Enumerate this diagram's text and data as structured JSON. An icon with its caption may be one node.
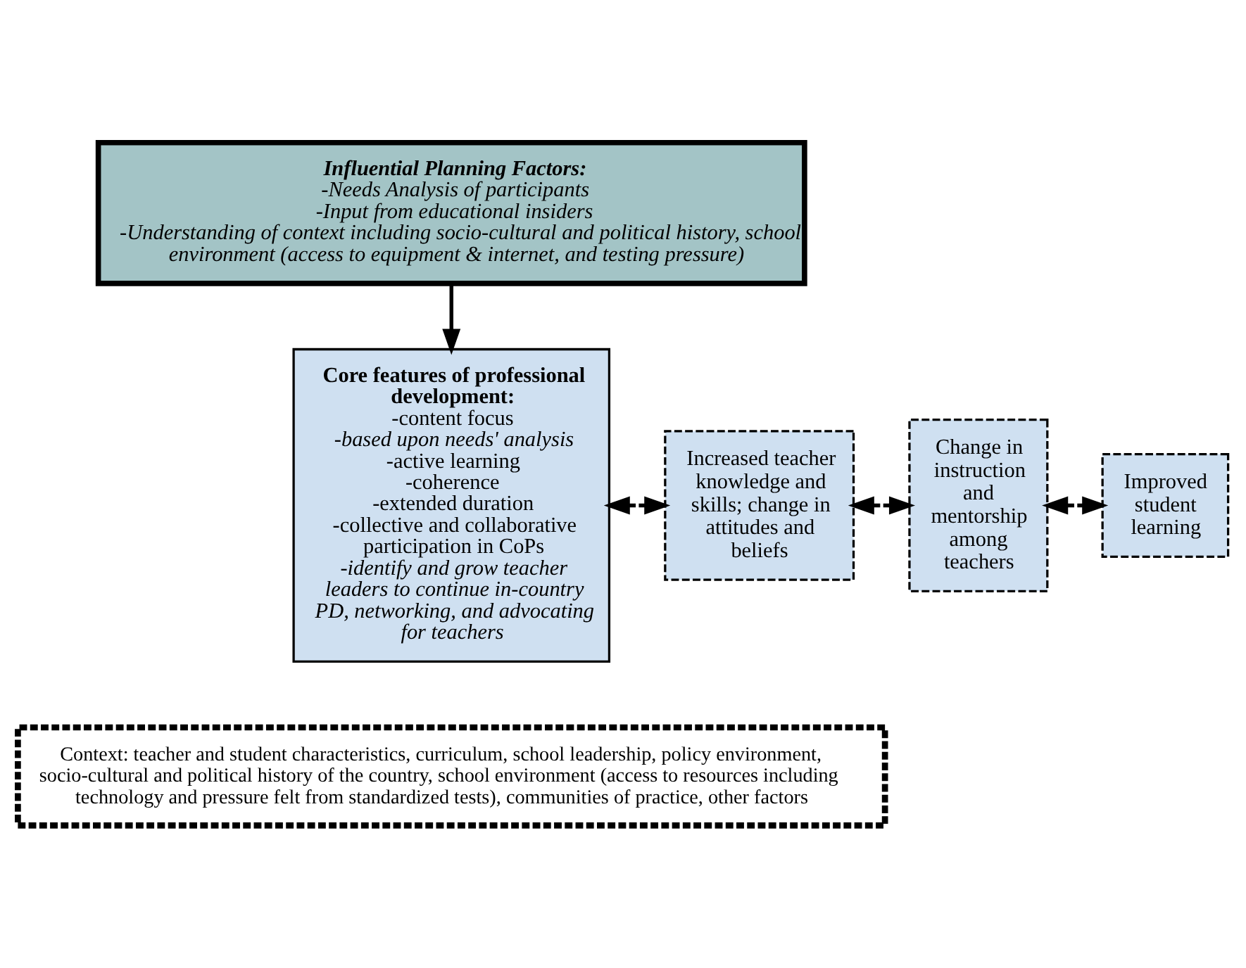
{
  "diagram": {
    "nodes": [
      {
        "text": [
          "Influential Planning Factors:",
          "-Needs Analysis of participants",
          "-Input from educational insiders",
          "-Understanding of context including socio-cultural and political history, school environment (access to equipment & internet, and testing pressure)"
        ]
      },
      {
        "text": [
          "Core features of professional development:",
          "-content focus",
          "-based upon needs' analysis",
          "-active learning",
          "-coherence",
          "-extended duration",
          "-collective and collaborative participation in CoPs",
          "-identify and grow teacher leaders to continue in-country PD, networking, and advocating for teachers"
        ]
      },
      {
        "text": [
          "Increased teacher knowledge and skills; change in attitudes and beliefs"
        ]
      },
      {
        "text": [
          "Change in instruction and mentorship among teachers"
        ]
      },
      {
        "text": [
          "Improved student learning"
        ]
      },
      {
        "text": [
          "Context: teacher and student characteristics, curriculum, school leadership, policy environment, socio-cultural and political history of the country, school environment (access to resources including technology and pressure felt from standardized tests), communities of practice, other factors"
        ]
      }
    ],
    "edges": [
      {
        "from": 0,
        "to": 1,
        "arrow": "to"
      },
      {
        "from": 1,
        "to": 2,
        "arrow": "both",
        "style": "dashed"
      },
      {
        "from": 2,
        "to": 3,
        "arrow": "both",
        "style": "dashed"
      },
      {
        "from": 3,
        "to": 4,
        "arrow": "both",
        "style": "dashed"
      }
    ]
  }
}
